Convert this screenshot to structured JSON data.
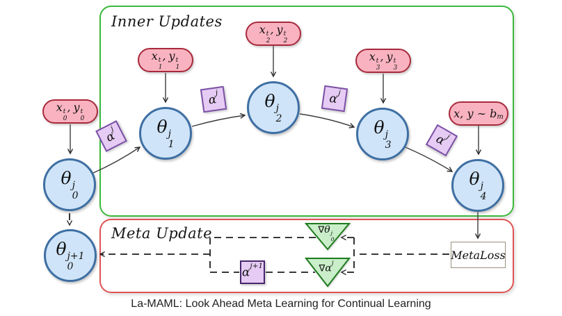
{
  "caption": "La-MAML: Look Ahead Meta Learning for Continual Learning",
  "boxes": {
    "inner_title": "Inner Updates",
    "meta_title": "Meta Update"
  },
  "nodes": [
    {
      "base": "θ",
      "sup": "j",
      "sub": "0"
    },
    {
      "base": "θ",
      "sup": "j",
      "sub": "1"
    },
    {
      "base": "θ",
      "sup": "j",
      "sub": "2"
    },
    {
      "base": "θ",
      "sup": "j",
      "sub": "3"
    },
    {
      "base": "θ",
      "sup": "j",
      "sub": "4"
    },
    {
      "base": "θ",
      "sup": "j+1",
      "sub": "0"
    }
  ],
  "capsules": [
    {
      "x": "x",
      "x_sup": "t",
      "x_sub": "0",
      "sep": ",",
      "y": "y",
      "y_sup": "t",
      "y_sub": "0"
    },
    {
      "x": "x",
      "x_sup": "t",
      "x_sub": "1",
      "sep": ",",
      "y": "y",
      "y_sup": "t",
      "y_sub": "1"
    },
    {
      "x": "x",
      "x_sup": "t",
      "x_sub": "2",
      "sep": ",",
      "y": "y",
      "y_sup": "t",
      "y_sub": "2"
    },
    {
      "x": "x",
      "x_sup": "t",
      "x_sub": "3",
      "sep": ",",
      "y": "y",
      "y_sup": "t",
      "y_sub": "3"
    }
  ],
  "memory_capsule": {
    "text": "x, y ∼ b",
    "sub": "m"
  },
  "alpha": {
    "base": "α",
    "sup": "j"
  },
  "alpha_next": {
    "base": "α",
    "sup": "j+1"
  },
  "gradients": {
    "theta": {
      "op": "∇",
      "base": "θ",
      "sup": "j",
      "sub": "0"
    },
    "alpha": {
      "op": "∇",
      "base": "α",
      "sup": "j"
    }
  },
  "metaloss": "MetaLoss",
  "colors": {
    "inner_border": "#3bb83b",
    "meta_border": "#e05353",
    "node_fill": "#cfe4f8",
    "node_border": "#3e6fa3",
    "capsule_fill": "#f9b3c0",
    "capsule_border": "#a8293c",
    "alpha_fill": "#e6ccf4",
    "alpha_border": "#7b50a5",
    "alpha_meta_border": "#46276e",
    "grad_fill": "#c9eec9",
    "grad_border": "#1e7b1e",
    "metaloss_border": "#99917e"
  }
}
